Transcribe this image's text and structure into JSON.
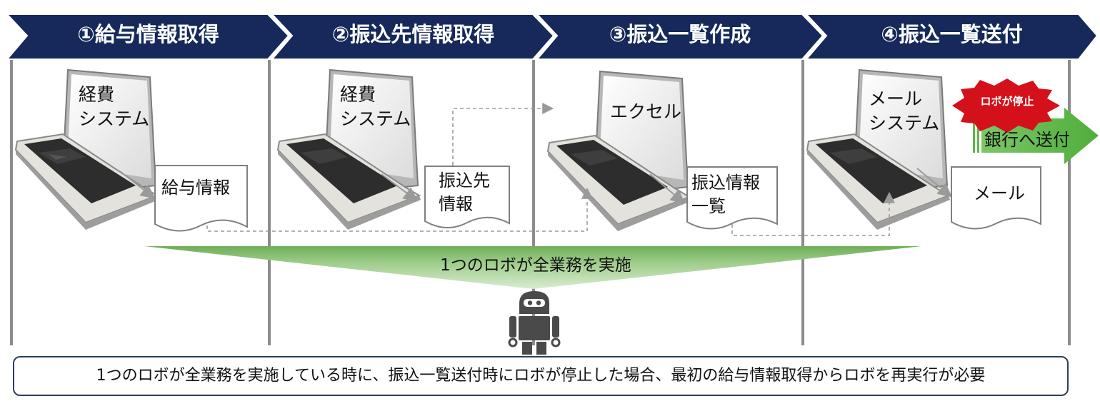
{
  "steps": [
    {
      "label": "①給与情報取得"
    },
    {
      "label": "②振込先情報取得"
    },
    {
      "label": "③振込一覧作成"
    },
    {
      "label": "④振込一覧送付"
    }
  ],
  "laptops": [
    {
      "screen_line1": "経費",
      "screen_line2": "システム"
    },
    {
      "screen_line1": "経費",
      "screen_line2": "システム"
    },
    {
      "screen_line1": "エクセル",
      "screen_line2": ""
    },
    {
      "screen_line1": "メール",
      "screen_line2": "システム"
    }
  ],
  "documents": [
    {
      "line1": "給与情報",
      "line2": ""
    },
    {
      "line1": "振込先",
      "line2": "情報"
    },
    {
      "line1": "振込情報",
      "line2": "一覧"
    },
    {
      "line1": "メール",
      "line2": ""
    }
  ],
  "stop_badge": "ロボが停止",
  "bank_arrow": "銀行へ送付",
  "banner": "1つのロボが全業務を実施",
  "footer": "1つのロボが全業務を実施している時に、振込一覧送付時にロボが停止した場合、最初の給与情報取得からロボを再実行が必要",
  "colors": {
    "header_navy": "#16295a",
    "banner_green": "#8fc47a",
    "bank_arrow_green": "#5db84a",
    "stop_red": "#d4101b",
    "robot_gray": "#4a4a4a"
  }
}
